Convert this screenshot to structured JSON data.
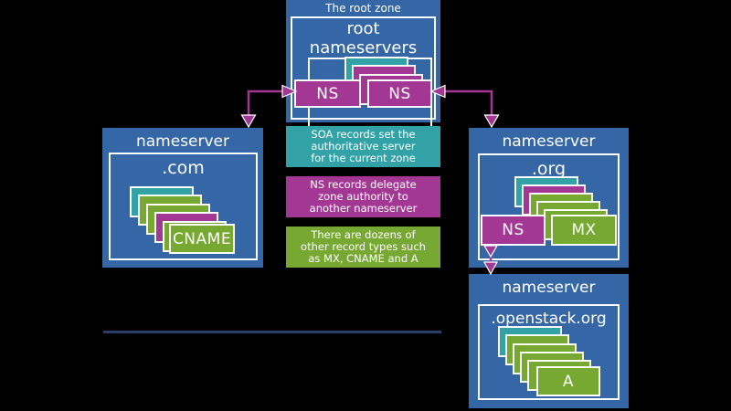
{
  "colors": {
    "blue": "#3566a5",
    "teal": "#33a2a6",
    "magenta": "#a33894",
    "green": "#76a832",
    "line": "#2a3f63",
    "background": "#000000"
  },
  "root_zone": {
    "banner": "The root zone",
    "title": "root nameservers",
    "zone_label": ".",
    "stack": [
      "teal",
      "magenta",
      "magenta"
    ],
    "records": [
      {
        "label": "NS",
        "color": "magenta"
      },
      {
        "label": "NS",
        "color": "magenta"
      }
    ]
  },
  "nameserver_com": {
    "title": "nameserver",
    "zone": ".com",
    "stack": [
      "teal",
      "green",
      "green",
      "magenta",
      "green"
    ],
    "record": {
      "label": "CNAME",
      "color": "green"
    }
  },
  "nameserver_org": {
    "title": "nameserver",
    "zone": ".org",
    "stack": [
      "teal",
      "magenta",
      "green",
      "green",
      "green"
    ],
    "records": [
      {
        "label": "NS",
        "color": "magenta"
      },
      {
        "label": "MX",
        "color": "green"
      }
    ]
  },
  "nameserver_openstack": {
    "title": "nameserver",
    "zone": ".openstack.org",
    "stack": [
      "teal",
      "green",
      "green",
      "green",
      "green"
    ],
    "record": {
      "label": "A",
      "color": "green"
    }
  },
  "legend": [
    {
      "color": "teal",
      "lines": [
        "SOA records set the",
        "authoritative server",
        "for the current zone"
      ]
    },
    {
      "color": "magenta",
      "lines": [
        "NS records delegate",
        "zone authority to",
        "another nameserver"
      ]
    },
    {
      "color": "green",
      "lines": [
        "There are dozens of",
        "other record types such",
        "as MX, CNAME and A"
      ]
    }
  ]
}
